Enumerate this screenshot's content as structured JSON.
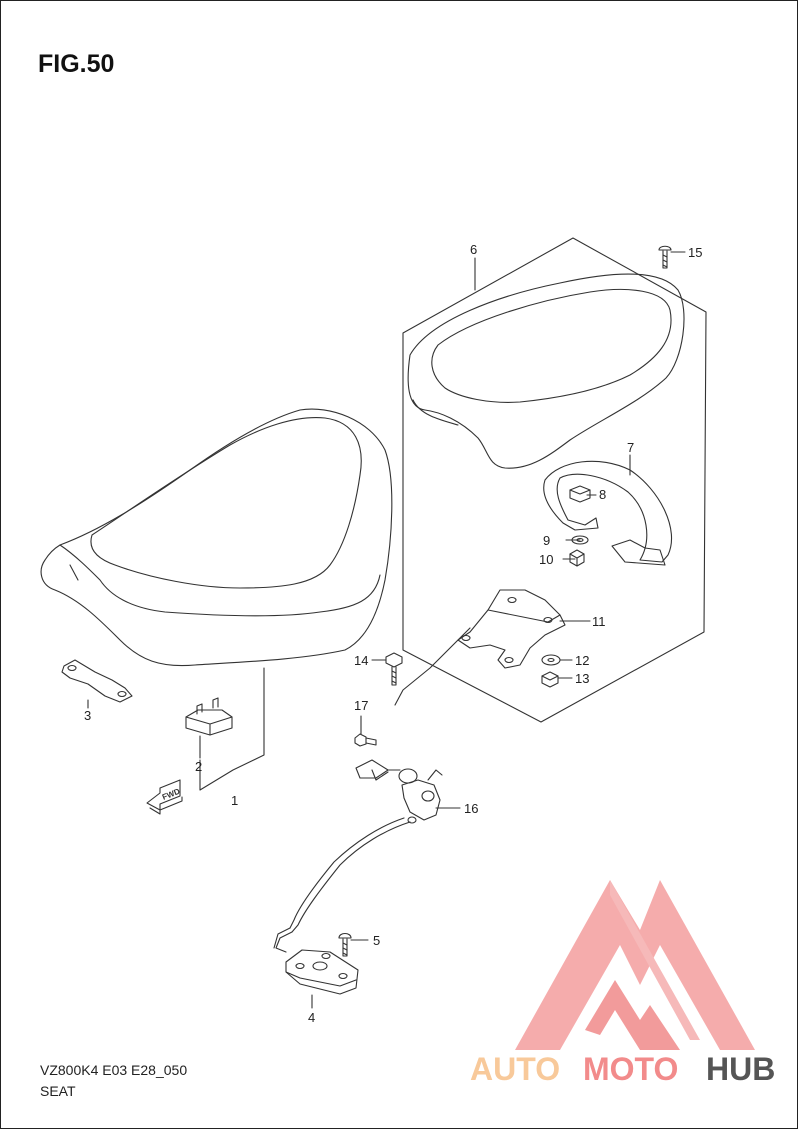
{
  "figure": {
    "title": "FIG.50",
    "model_code": "VZ800K4 E03 E28_050",
    "section": "SEAT"
  },
  "callouts": {
    "c1": "1",
    "c2": "2",
    "c3": "3",
    "c4": "4",
    "c5": "5",
    "c6": "6",
    "c7": "7",
    "c8": "8",
    "c9": "9",
    "c10": "10",
    "c11": "11",
    "c12": "12",
    "c13": "13",
    "c14": "14",
    "c15": "15",
    "c16": "16",
    "c17": "17"
  },
  "fwd_arrow_label": "FWD",
  "watermark": {
    "part1": "AUTO",
    "part2": "MOTO",
    "part3": "HUB",
    "color_light": "#f8c99a",
    "color_main": "#f28b8b",
    "color_dark": "#555555"
  },
  "colors": {
    "line": "#333333",
    "background": "#ffffff"
  }
}
